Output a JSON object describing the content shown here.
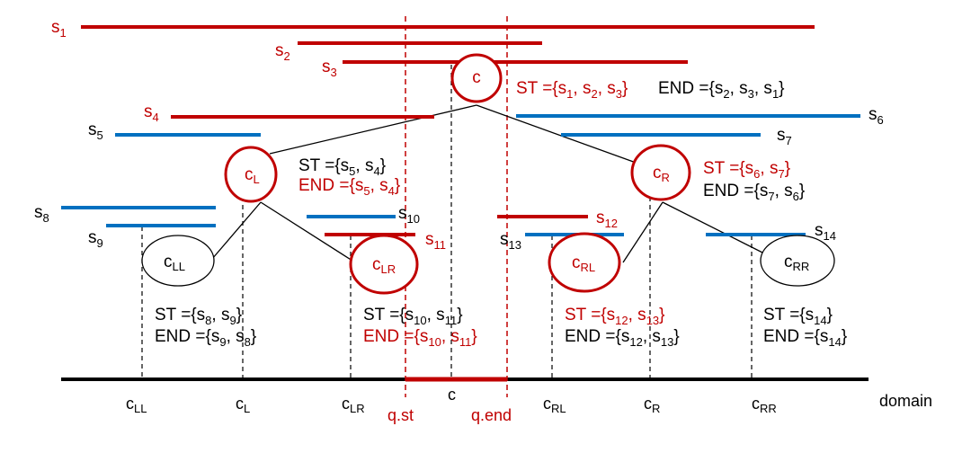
{
  "colors": {
    "red": "#c00000",
    "blue": "#0070c0",
    "black": "#000000"
  },
  "segments": [
    {
      "label": "s",
      "sub": "1",
      "color": "red"
    },
    {
      "label": "s",
      "sub": "2",
      "color": "red"
    },
    {
      "label": "s",
      "sub": "3",
      "color": "red"
    },
    {
      "label": "s",
      "sub": "4",
      "color": "red"
    },
    {
      "label": "s",
      "sub": "5",
      "color": "blue"
    },
    {
      "label": "s",
      "sub": "6",
      "color": "blue"
    },
    {
      "label": "s",
      "sub": "7",
      "color": "blue"
    },
    {
      "label": "s",
      "sub": "8",
      "color": "blue"
    },
    {
      "label": "s",
      "sub": "9",
      "color": "blue"
    },
    {
      "label": "s",
      "sub": "10",
      "color": "blue"
    },
    {
      "label": "s",
      "sub": "11",
      "color": "red"
    },
    {
      "label": "s",
      "sub": "12",
      "color": "red"
    },
    {
      "label": "s",
      "sub": "13",
      "color": "blue"
    },
    {
      "label": "s",
      "sub": "14",
      "color": "blue"
    }
  ],
  "nodes": {
    "c": {
      "label": "c",
      "sub": ""
    },
    "cl": {
      "label": "c",
      "sub": "L"
    },
    "cr": {
      "label": "c",
      "sub": "R"
    },
    "cll": {
      "label": "c",
      "sub": "LL"
    },
    "clr": {
      "label": "c",
      "sub": "LR"
    },
    "crl": {
      "label": "c",
      "sub": "RL"
    },
    "crr": {
      "label": "c",
      "sub": "RR"
    }
  },
  "sets": {
    "c_st": "ST ={s1, s2, s3}",
    "c_end": "END ={s2, s3, s1}",
    "cl_st": "ST ={s5, s4}",
    "cl_end": "END ={s5, s4}",
    "cr_st": "ST ={s6, s7}",
    "cr_end": "END ={s7, s6}",
    "cll_st": "ST ={s8, s9}",
    "cll_end": "END ={s9, s8}",
    "clr_st": "ST ={s10, s11}",
    "clr_end": "END ={s10, s11}",
    "crl_st": "ST ={s12, s13}",
    "crl_end": "END ={s12, s13}",
    "crr_st": "ST ={s14}",
    "crr_end": "END ={s14}"
  },
  "axis": {
    "domain_label": "domain",
    "query_start": "q.st",
    "query_end": "q.end",
    "ticks": [
      {
        "label": "c",
        "sub": "LL"
      },
      {
        "label": "c",
        "sub": "L"
      },
      {
        "label": "c",
        "sub": "LR"
      },
      {
        "label": "c",
        "sub": ""
      },
      {
        "label": "c",
        "sub": "RL"
      },
      {
        "label": "c",
        "sub": "R"
      },
      {
        "label": "c",
        "sub": "RR"
      }
    ]
  }
}
